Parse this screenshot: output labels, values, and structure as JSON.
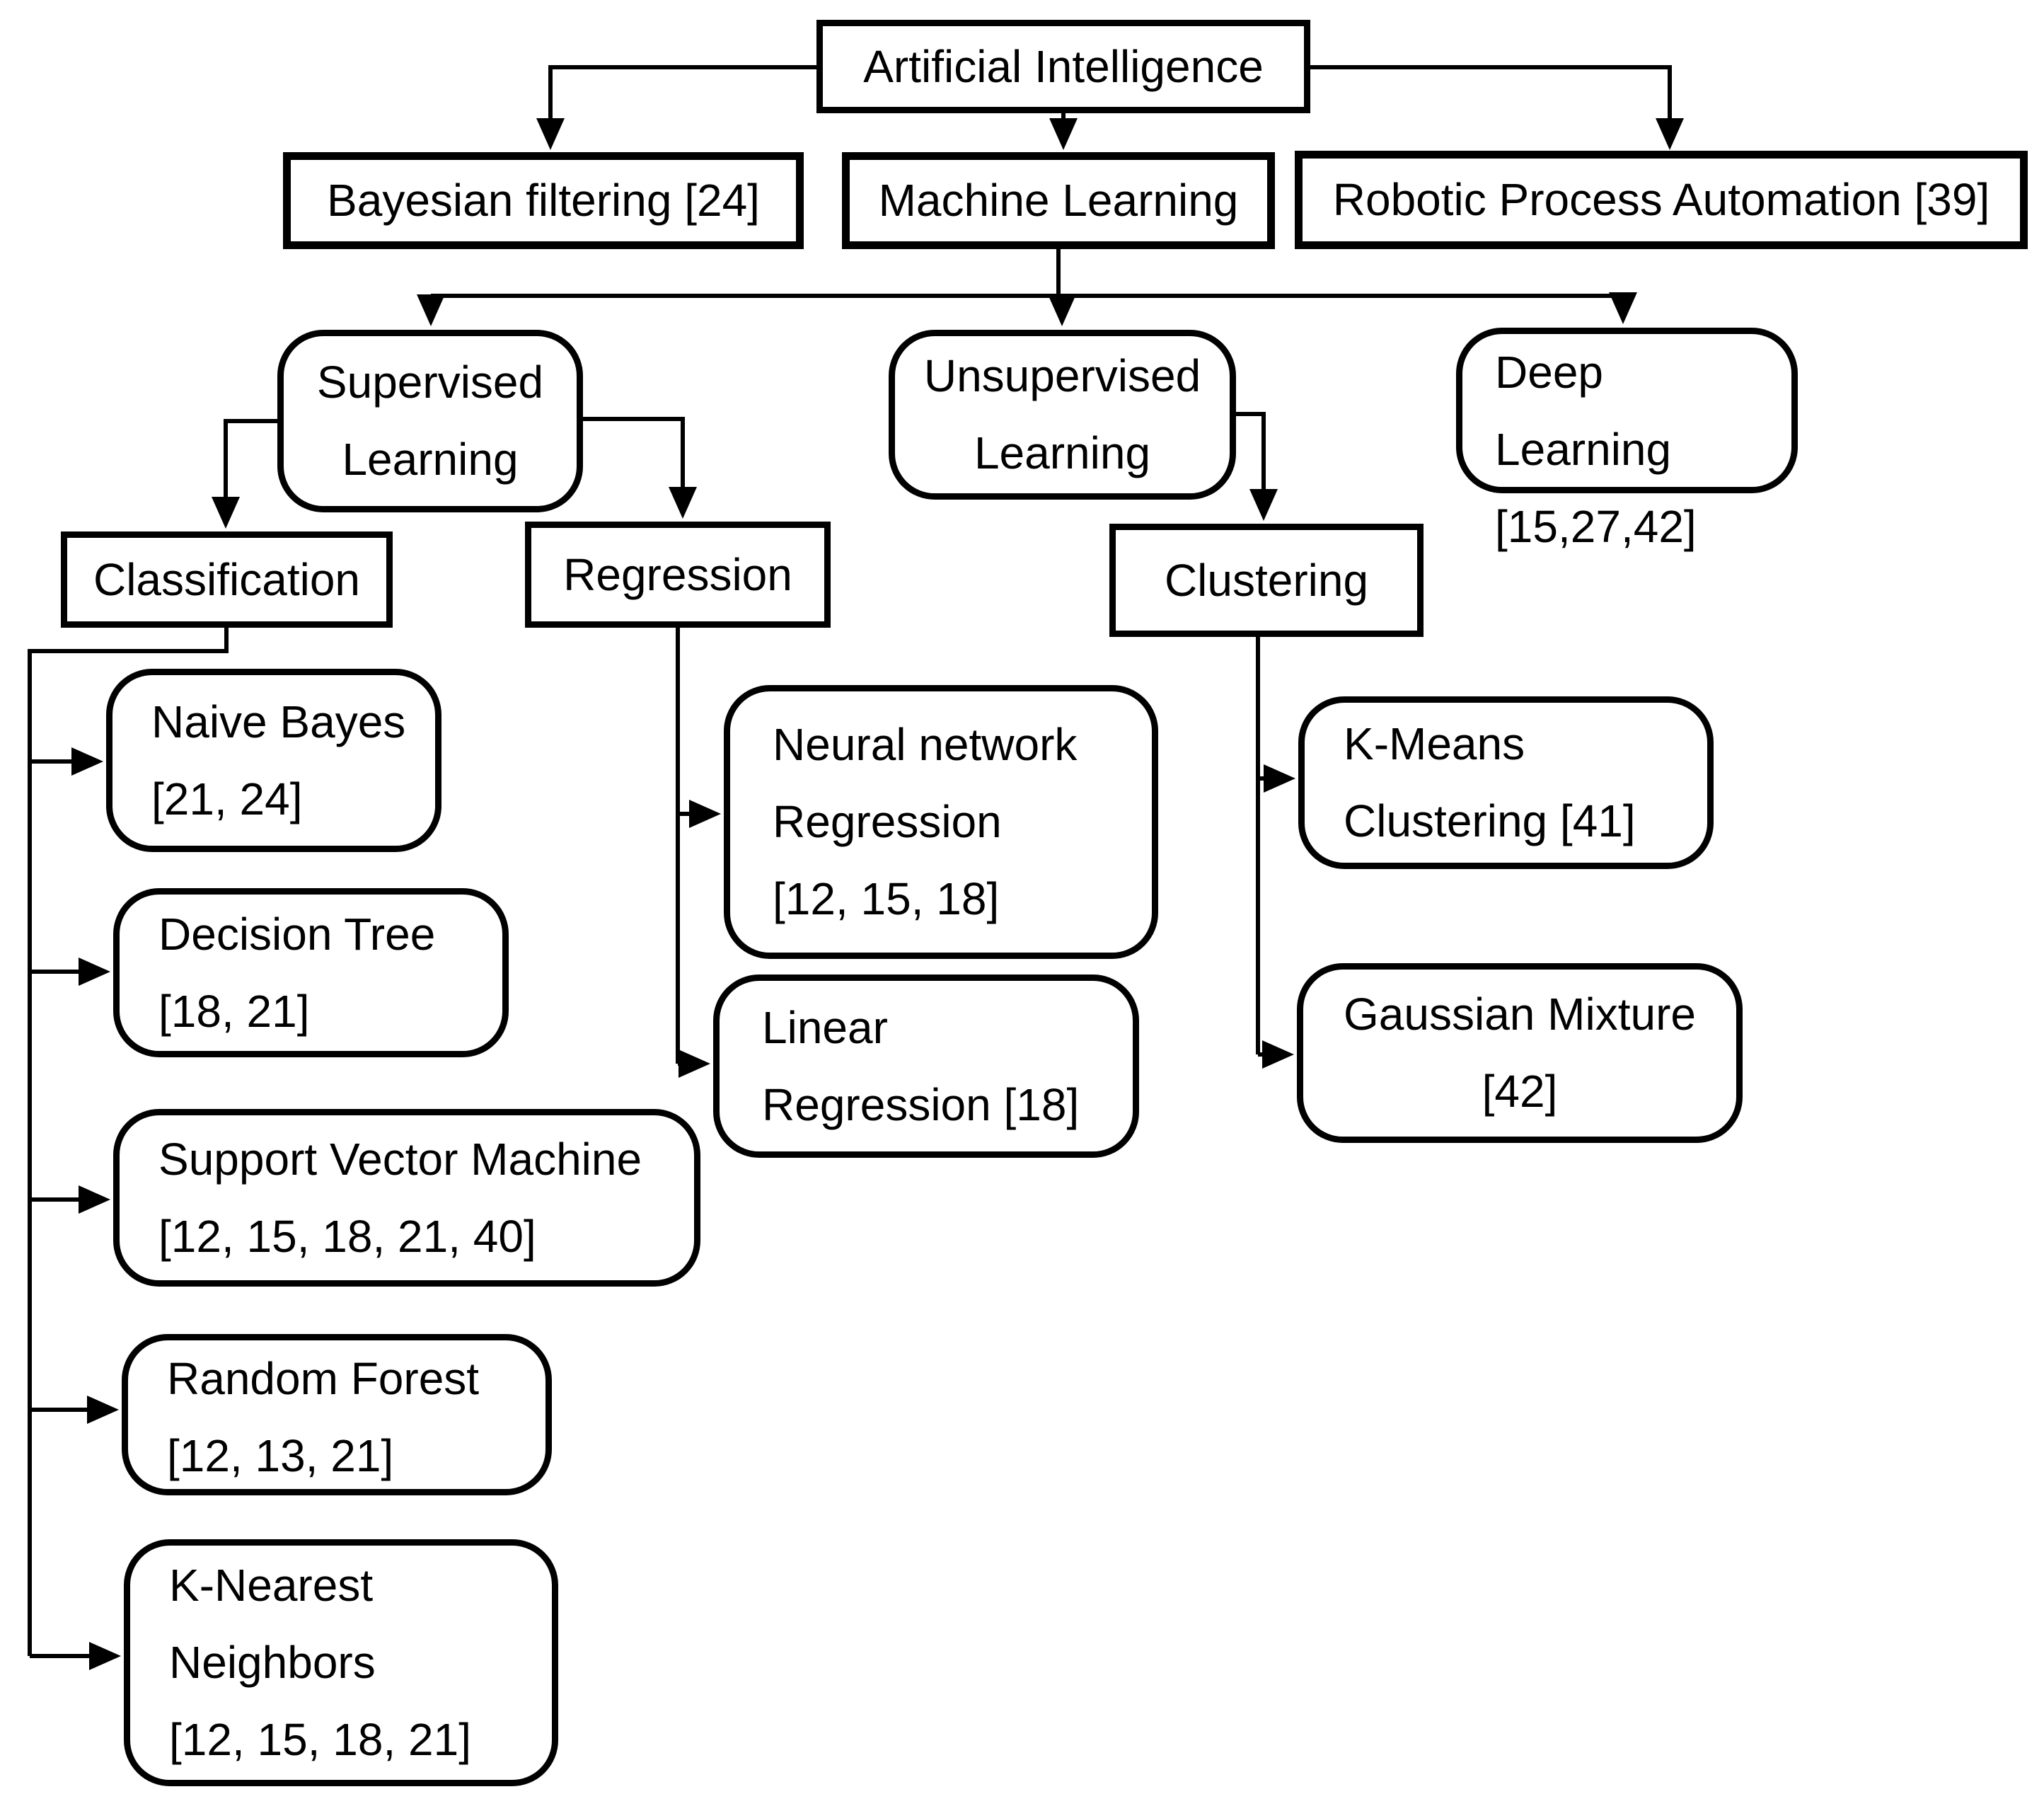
{
  "diagram": {
    "type": "flowchart",
    "colors": {
      "line": "#000000",
      "background": "#ffffff",
      "box_fill": "#ffffff",
      "text": "#000000"
    }
  },
  "nodes": {
    "ai": {
      "label": "Artificial Intelligence"
    },
    "bayesian": {
      "label": "Bayesian filtering [24]"
    },
    "ml": {
      "label": "Machine Learning"
    },
    "rpa": {
      "label": "Robotic Process Automation [39]"
    },
    "supervised": {
      "label": "Supervised\nLearning"
    },
    "unsupervised": {
      "label": "Unsupervised\nLearning"
    },
    "deep": {
      "label": "Deep Learning\n[15,27,42]"
    },
    "classification": {
      "label": "Classification"
    },
    "regression": {
      "label": "Regression"
    },
    "clustering": {
      "label": "Clustering"
    },
    "naive_bayes": {
      "label": "Naive Bayes\n[21, 24]"
    },
    "decision_tree": {
      "label": "Decision Tree\n[18, 21]"
    },
    "svm": {
      "label": "Support Vector Machine\n[12, 15, 18, 21, 40]"
    },
    "random_forest": {
      "label": "Random Forest\n[12, 13, 21]"
    },
    "knn": {
      "label": "K-Nearest\nNeighbors\n[12, 15, 18, 21]"
    },
    "nn_regression": {
      "label": "Neural network\nRegression\n[12, 15, 18]"
    },
    "linear_regression": {
      "label": "Linear\nRegression [18]"
    },
    "kmeans": {
      "label": "K-Means\nClustering [41]"
    },
    "gaussian_mixture": {
      "label": "Gaussian Mixture\n[42]"
    }
  },
  "edges": [
    {
      "from": "ai",
      "to": "bayesian"
    },
    {
      "from": "ai",
      "to": "ml"
    },
    {
      "from": "ai",
      "to": "rpa"
    },
    {
      "from": "ml",
      "to": "supervised"
    },
    {
      "from": "ml",
      "to": "unsupervised"
    },
    {
      "from": "ml",
      "to": "deep"
    },
    {
      "from": "supervised",
      "to": "classification"
    },
    {
      "from": "supervised",
      "to": "regression"
    },
    {
      "from": "unsupervised",
      "to": "clustering"
    },
    {
      "from": "classification",
      "to": "naive_bayes"
    },
    {
      "from": "classification",
      "to": "decision_tree"
    },
    {
      "from": "classification",
      "to": "svm"
    },
    {
      "from": "classification",
      "to": "random_forest"
    },
    {
      "from": "classification",
      "to": "knn"
    },
    {
      "from": "regression",
      "to": "nn_regression"
    },
    {
      "from": "regression",
      "to": "linear_regression"
    },
    {
      "from": "clustering",
      "to": "kmeans"
    },
    {
      "from": "clustering",
      "to": "gaussian_mixture"
    }
  ]
}
